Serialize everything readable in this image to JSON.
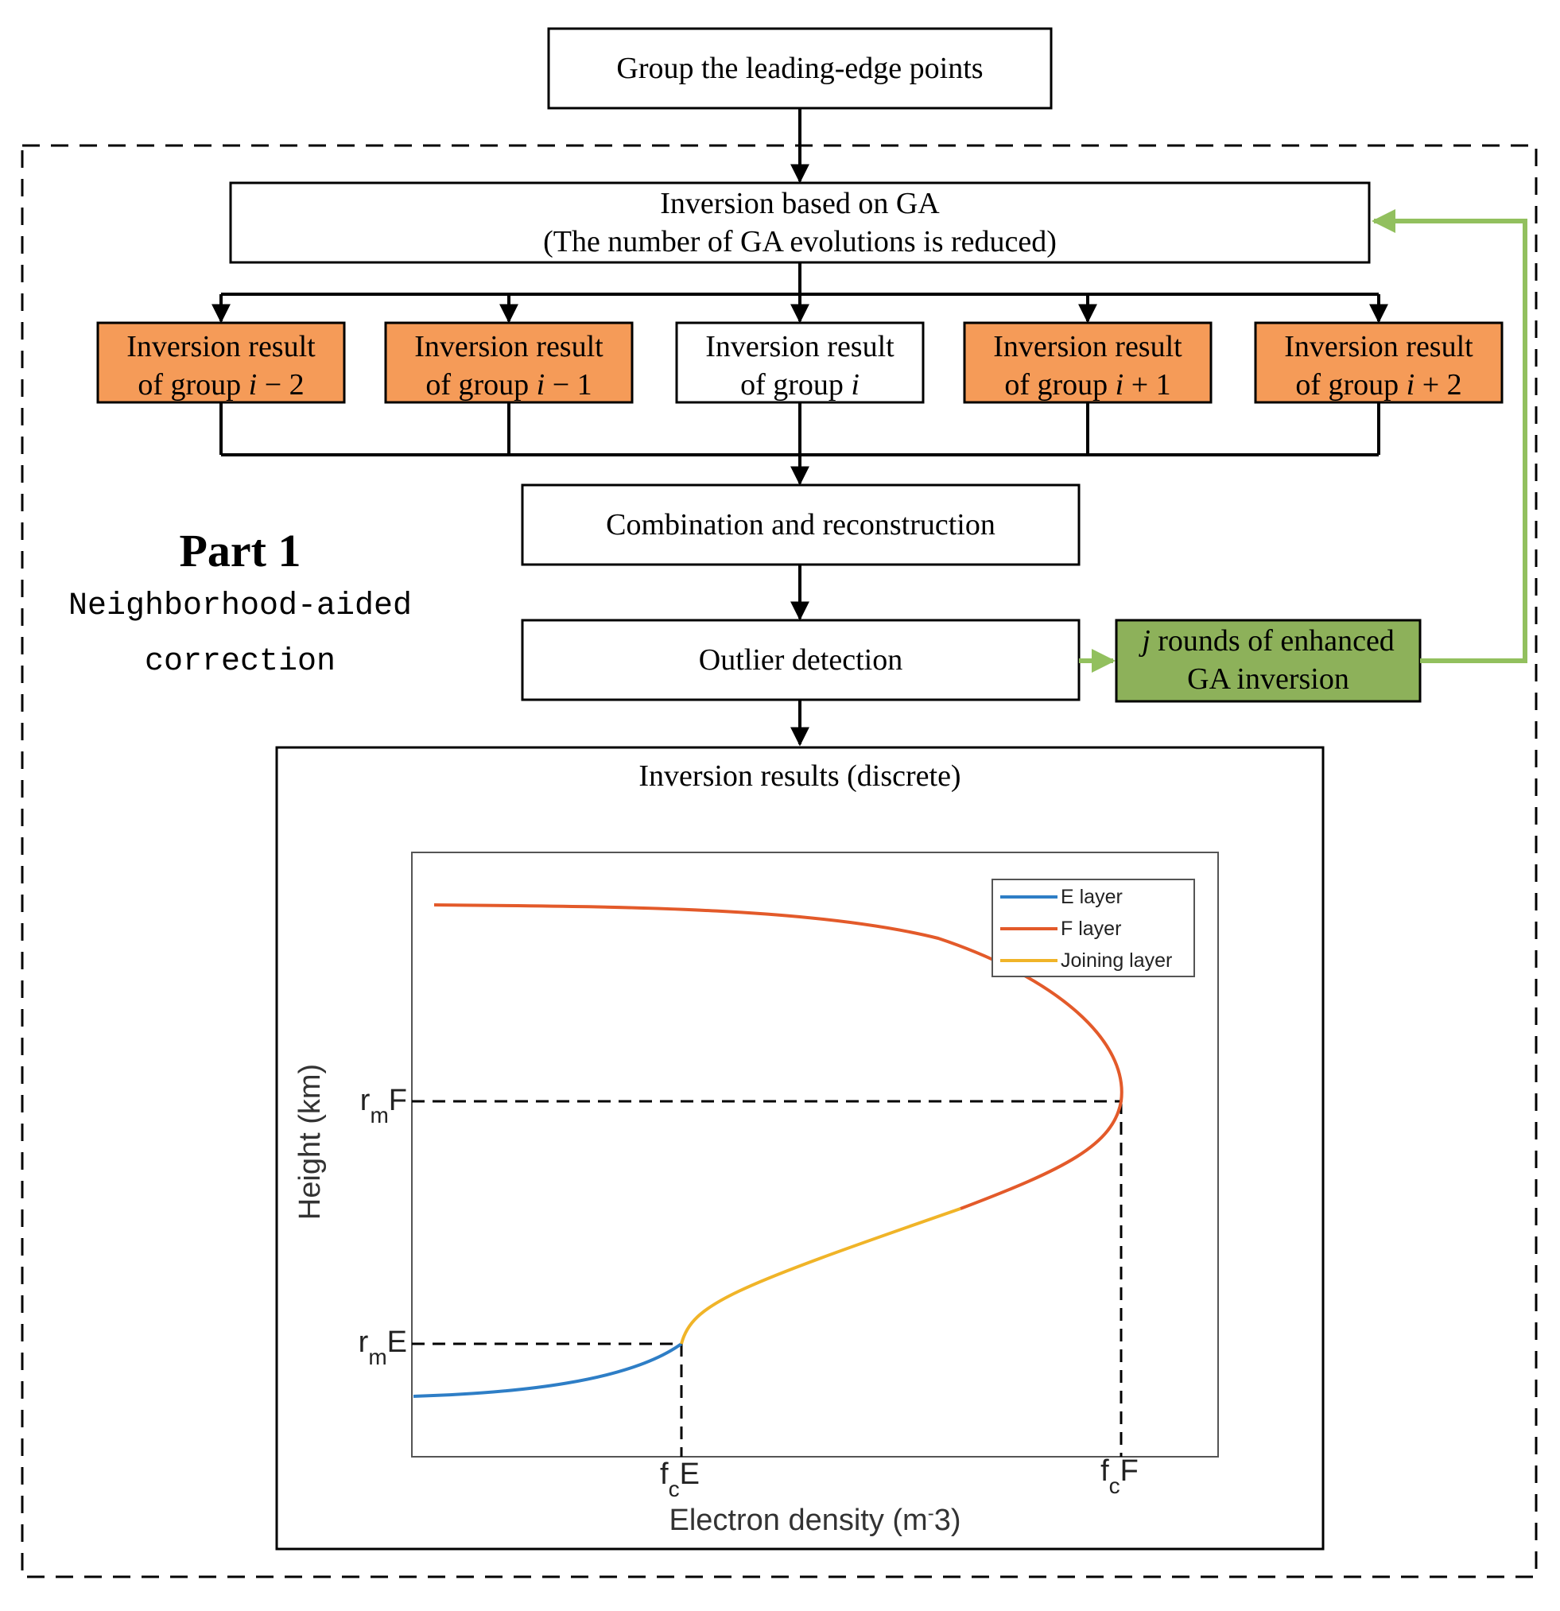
{
  "top_box": {
    "label": "Group the leading-edge points"
  },
  "ga_box": {
    "line1": "Inversion based on GA",
    "line2": "(The number of GA evolutions is reduced)"
  },
  "groups": [
    {
      "line1": "Inversion result",
      "line2_prefix": "of group ",
      "var": "i",
      "suffix": " − 2",
      "highlight": true
    },
    {
      "line1": "Inversion result",
      "line2_prefix": "of group ",
      "var": "i",
      "suffix": " − 1",
      "highlight": true
    },
    {
      "line1": "Inversion result",
      "line2_prefix": "of group ",
      "var": "i",
      "suffix": "",
      "highlight": false
    },
    {
      "line1": "Inversion result",
      "line2_prefix": "of group ",
      "var": "i",
      "suffix": " + 1",
      "highlight": true
    },
    {
      "line1": "Inversion result",
      "line2_prefix": "of group ",
      "var": "i",
      "suffix": " + 2",
      "highlight": true
    }
  ],
  "combine_box": {
    "label": "Combination and reconstruction"
  },
  "outlier_box": {
    "label": "Outlier detection"
  },
  "enhanced_box": {
    "var": "j",
    "line1_rest": " rounds of enhanced",
    "line2": "GA inversion"
  },
  "part": {
    "title": "Part 1",
    "subtitle_line1": "Neighborhood-aided",
    "subtitle_line2": "correction"
  },
  "results": {
    "title": "Inversion results (discrete)",
    "xlabel_main": "Electron density (m",
    "xlabel_sup": "-",
    "xlabel_tail": "3)",
    "ylabel": "Height (km)",
    "legend": [
      "E layer",
      "F layer",
      "Joining layer"
    ],
    "ticks": {
      "fcE": {
        "base": "f",
        "sub": "c",
        "tail": "E"
      },
      "fcF": {
        "base": "f",
        "sub": "c",
        "tail": "F"
      },
      "rmE": {
        "base": "r",
        "sub": "m",
        "tail": "E"
      },
      "rmF": {
        "base": "r",
        "sub": "m",
        "tail": "F"
      }
    }
  },
  "colors": {
    "orange": "#F4A460",
    "orange_box": "#F59B58",
    "green_box": "#8DB15A",
    "green_arrow": "#92C05E",
    "e_layer": "#2E7EC6",
    "f_layer": "#E35A2A",
    "joining_layer": "#F0B428"
  }
}
